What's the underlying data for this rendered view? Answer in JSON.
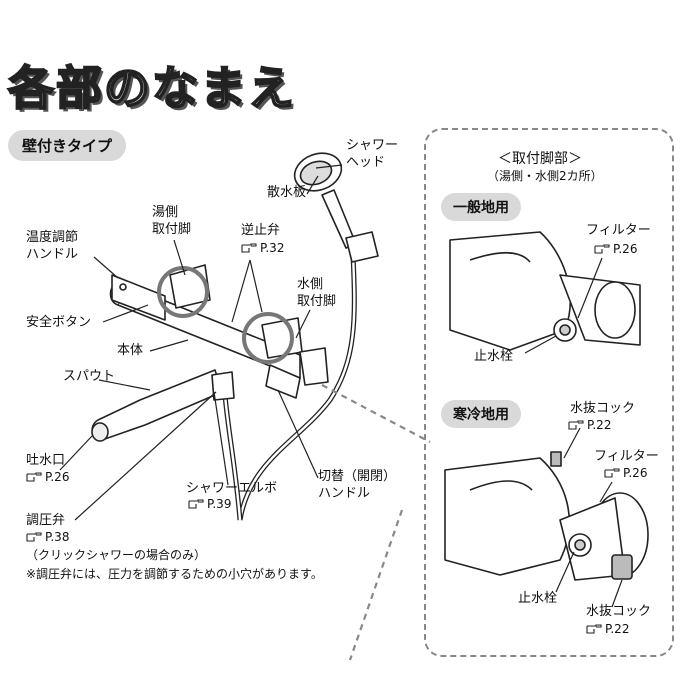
{
  "title": "各部のなまえ",
  "type_label": "壁付きタイプ",
  "labels": {
    "shower_head": "シャワー\nヘッド",
    "sansui": "散水板",
    "yugawa": "湯側\n取付脚",
    "gyakushi": "逆止弁",
    "gyakushi_ref": "P.32",
    "ondo": "温度調節\nハンドル",
    "mizugawa": "水側\n取付脚",
    "anzen": "安全ボタン",
    "hontai": "本体",
    "spout": "スパウト",
    "tosui": "吐水口",
    "tosui_ref": "P.26",
    "elbow": "シャワーエルボ",
    "elbow_ref": "P.39",
    "kirikae": "切替（開閉）\nハンドル",
    "choatsu": "調圧弁",
    "choatsu_ref": "P.38",
    "click_note": "（クリックシャワーの場合のみ）",
    "choatsu_note": "※調圧弁には、圧力を調節するための小穴があります。"
  },
  "inset": {
    "header": "＜取付脚部＞",
    "subheader": "（湯側・水側2カ所）",
    "general_label": "一般地用",
    "cold_label": "寒冷地用",
    "filter": "フィルター",
    "filter_ref": "P.26",
    "shisui": "止水栓",
    "filter2": "フィルター",
    "filter2_ref": "P.26",
    "mizunuki_top": "水抜コック",
    "mizunuki_top_ref": "P.22",
    "shisui2": "止水栓",
    "mizunuki_bottom": "水抜コック",
    "mizunuki_bottom_ref": "P.22"
  }
}
